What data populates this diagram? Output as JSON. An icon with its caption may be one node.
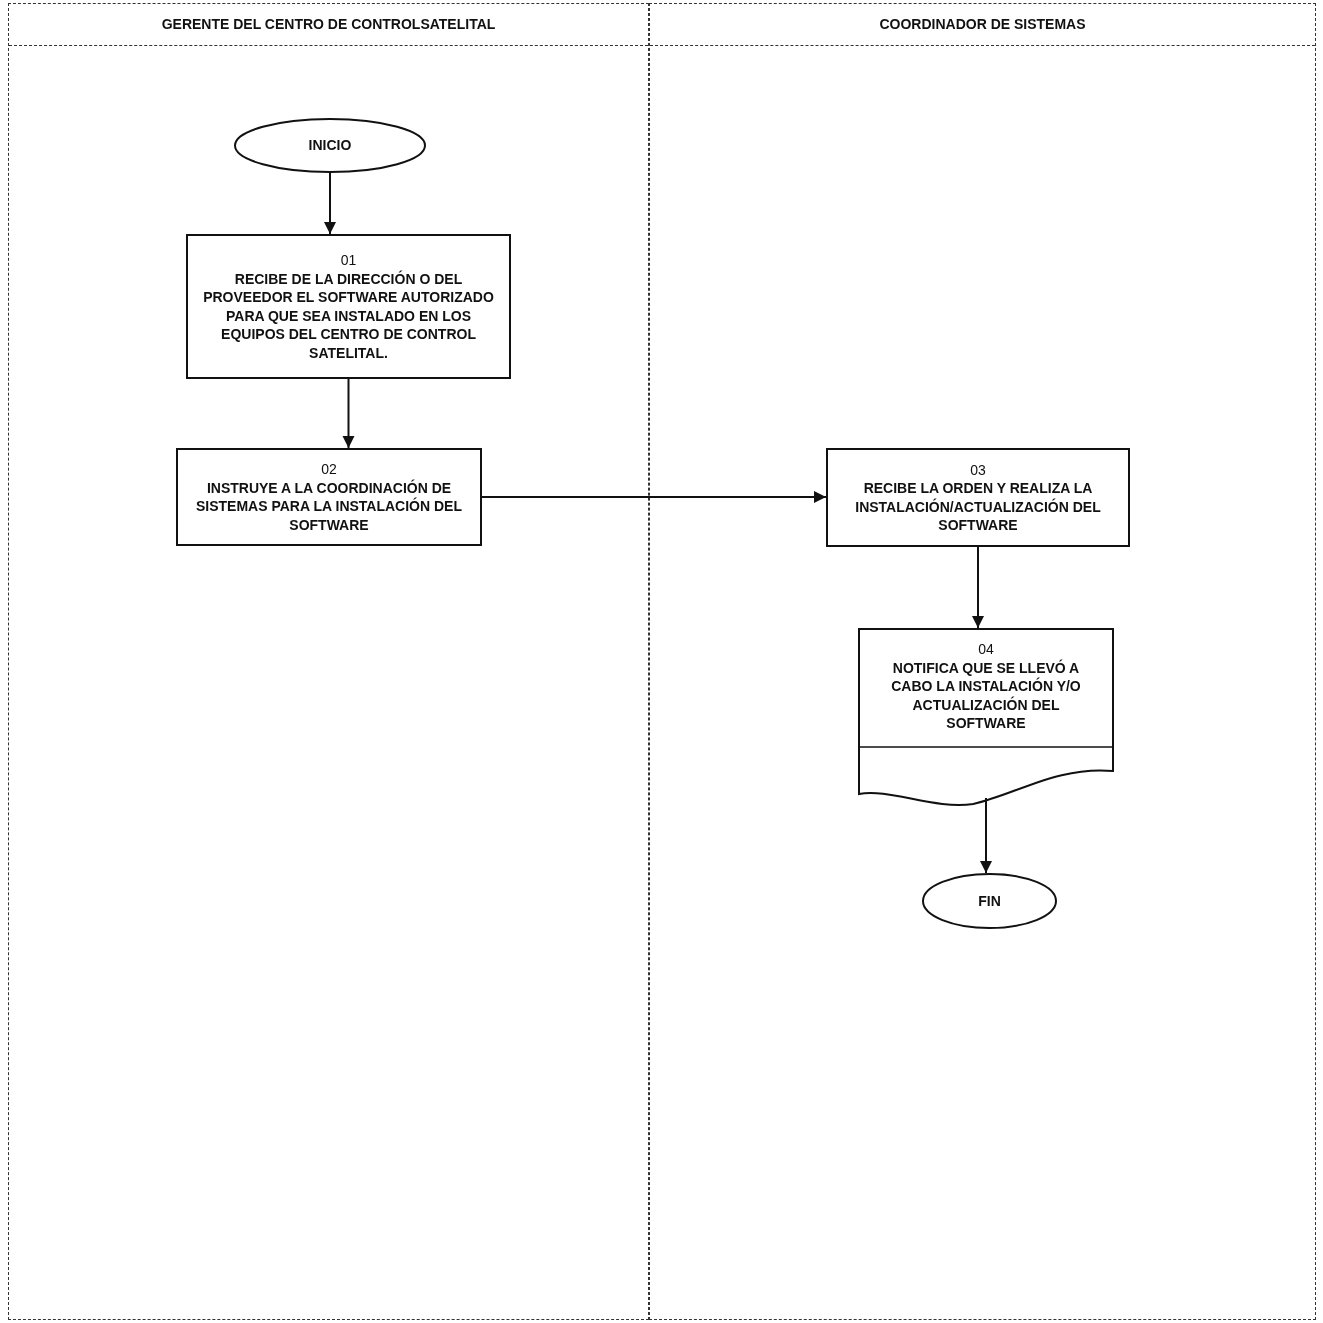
{
  "diagram": {
    "nodes": [
      {
        "text": [
          "GERENTE DEL CENTRO DE CONTROLSATELITAL"
        ]
      },
      {
        "text": [
          "COORDINADOR DE SISTEMAS"
        ]
      },
      {
        "text": [
          "INICIO"
        ],
        "in": 0
      },
      {
        "text": [
          "01",
          "RECIBE DE LA DIRECCIÓN O DEL PROVEEDOR EL SOFTWARE AUTORIZADO PARA QUE SEA INSTALADO EN LOS EQUIPOS DEL CENTRO DE CONTROL SATELITAL."
        ],
        "in": 0
      },
      {
        "text": [
          "02",
          "INSTRUYE A LA COORDINACIÓN DE SISTEMAS PARA LA INSTALACIÓN DEL SOFTWARE"
        ],
        "in": 0
      },
      {
        "text": [
          "03",
          "RECIBE LA ORDEN Y REALIZA LA INSTALACIÓN/ACTUALIZACIÓN DEL SOFTWARE"
        ],
        "in": 1
      },
      {
        "text": [
          "04",
          "NOTIFICA QUE SE LLEVÓ A CABO LA INSTALACIÓN Y/O ACTUALIZACIÓN DEL SOFTWARE"
        ],
        "in": 1
      },
      {
        "text": [
          "FIN"
        ],
        "in": 1
      }
    ],
    "edges": [
      {
        "from": 2,
        "to": 3,
        "arrow": "to"
      },
      {
        "from": 3,
        "to": 4,
        "arrow": "to"
      },
      {
        "from": 4,
        "to": 5,
        "arrow": "to"
      },
      {
        "from": 5,
        "to": 6,
        "arrow": "to"
      },
      {
        "from": 6,
        "to": 7,
        "arrow": "to"
      }
    ]
  }
}
